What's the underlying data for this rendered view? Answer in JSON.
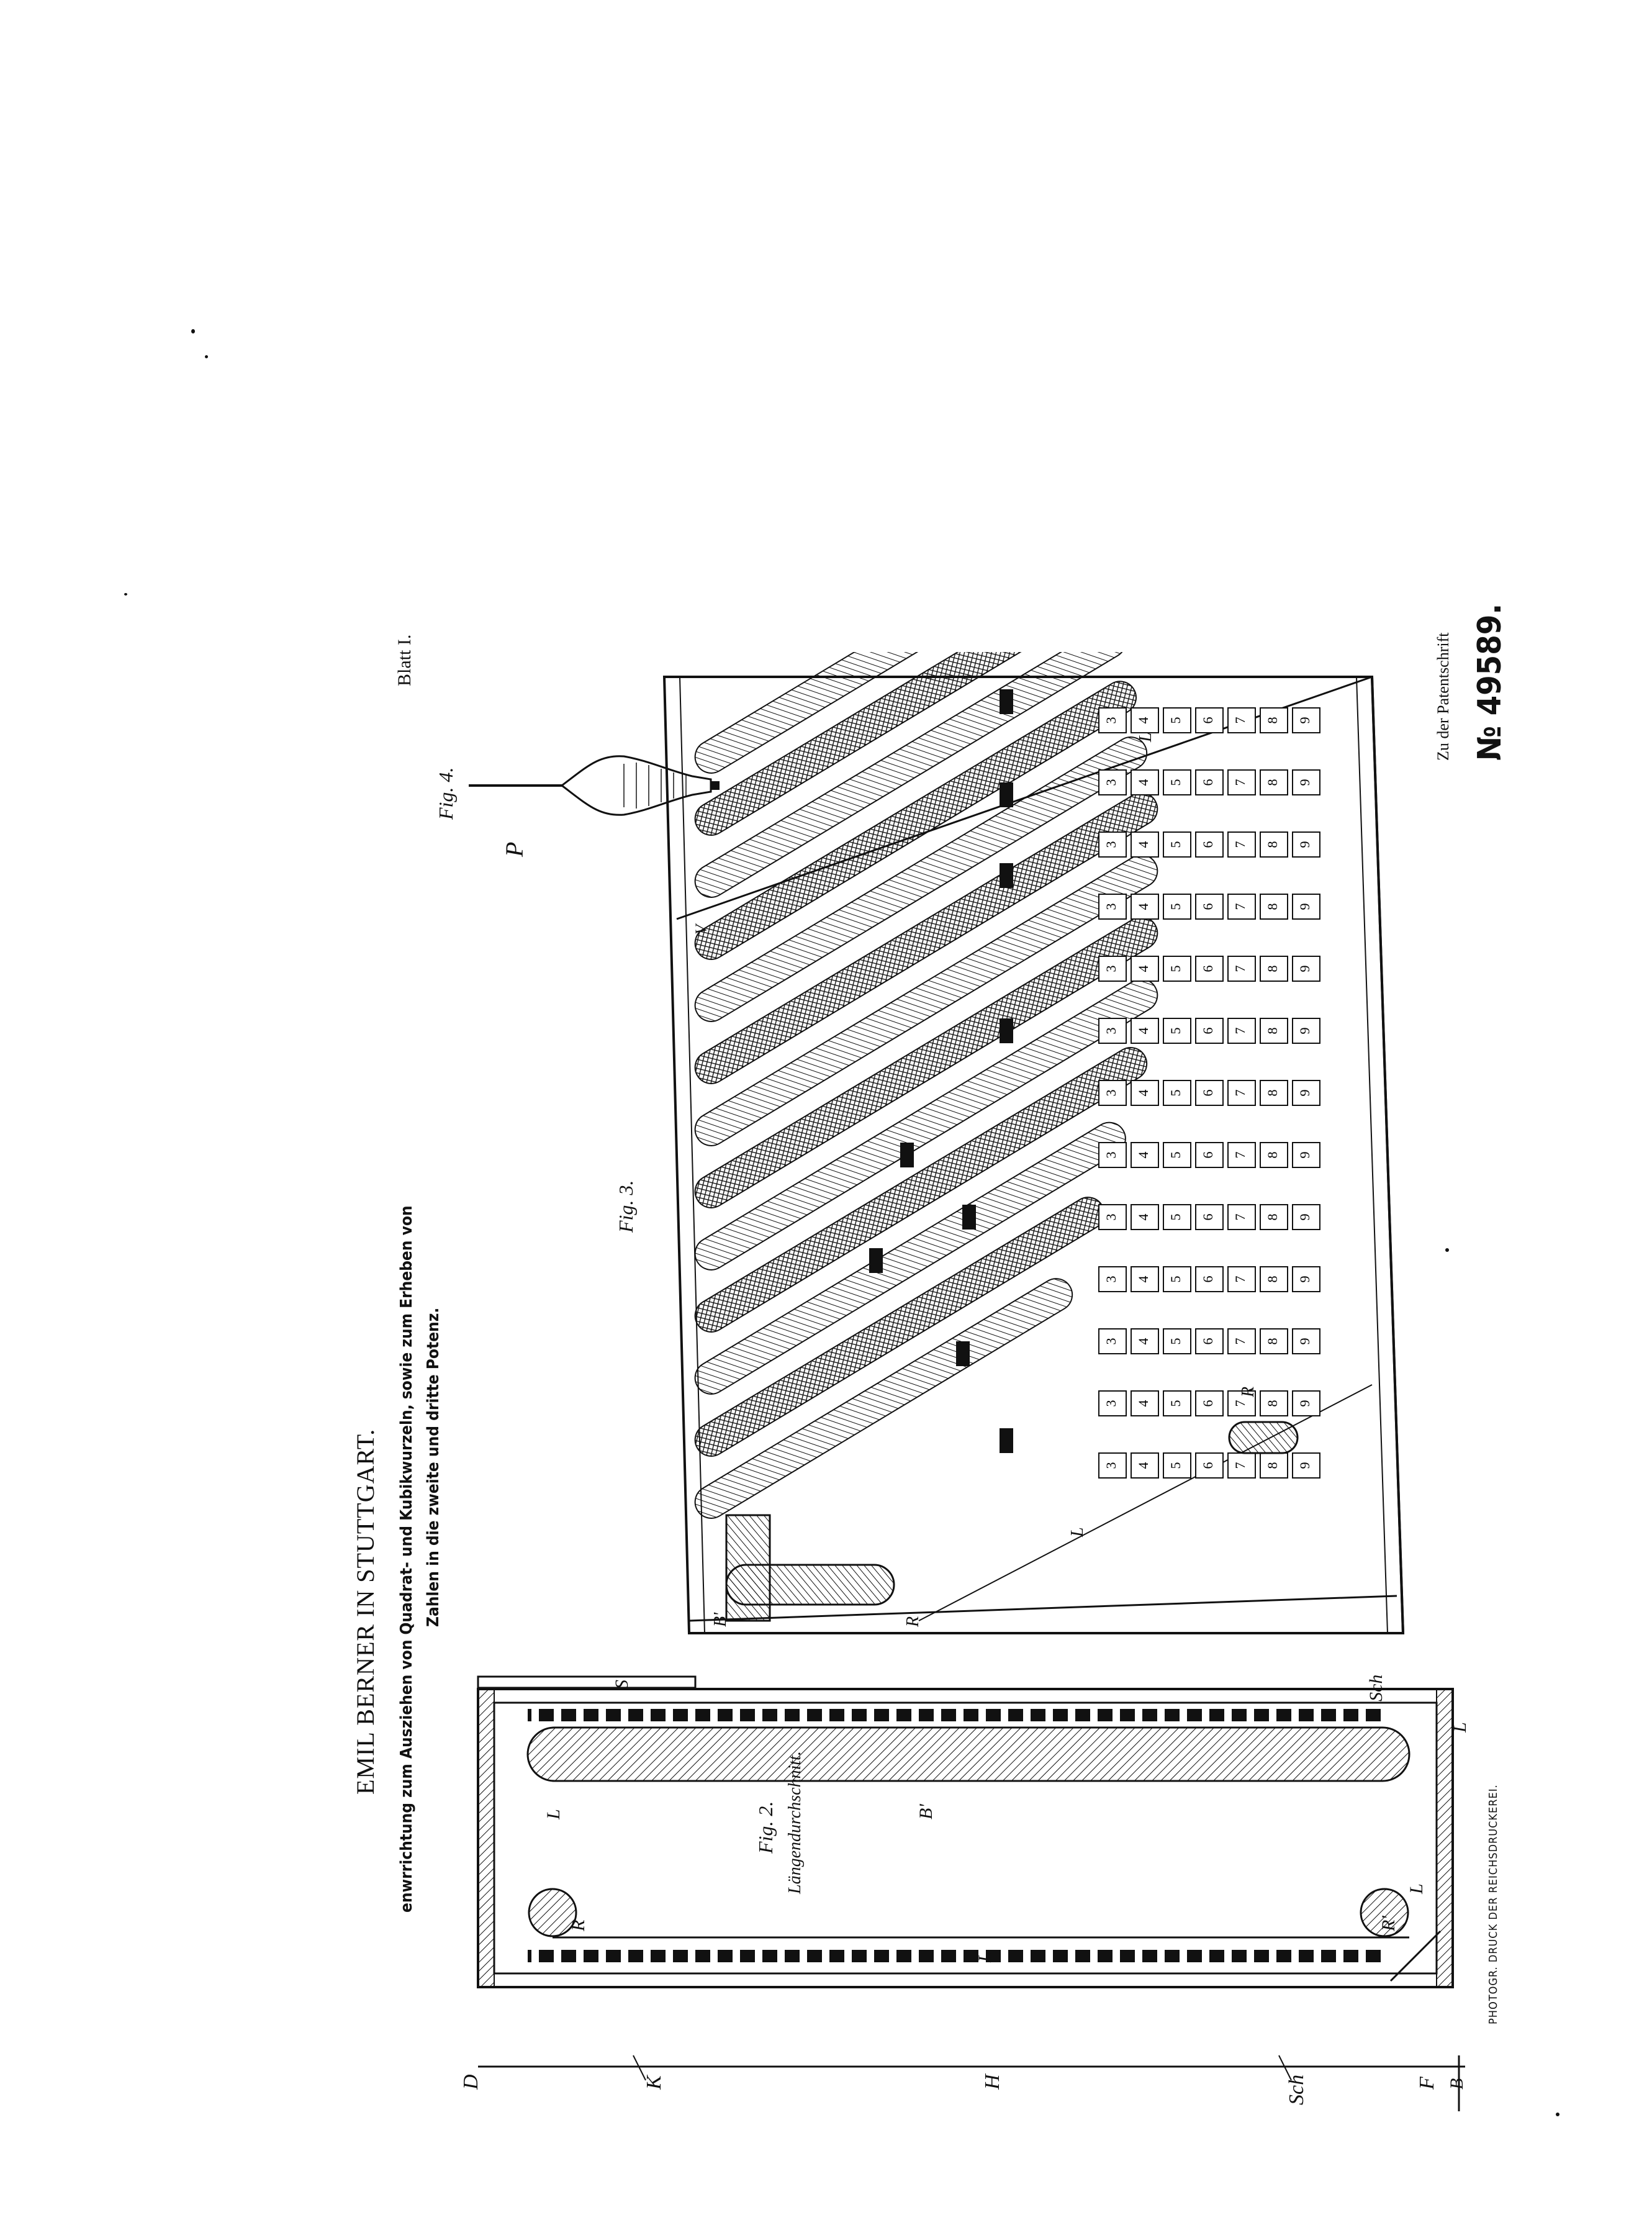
{
  "header": {
    "author": "EMIL BERNER IN STUTTGART.",
    "title_line1": "enwrrichtung zum Ausziehen von Quadrat- und Kubikwurzeln, sowie zum Erheben von",
    "title_line2": "Zahlen in die zweite und dritte Potenz.",
    "sheet": "Blatt I."
  },
  "figures": {
    "fig2": {
      "label": "Fig. 2.",
      "caption": "Längendurchschnitt."
    },
    "fig3": {
      "label": "Fig. 3."
    },
    "fig4": {
      "label": "Fig. 4.",
      "part_letter": "P"
    }
  },
  "section_letters": [
    "D",
    "K",
    "H",
    "Sch",
    "F",
    "B"
  ],
  "fig2_letters": [
    "S",
    "Sch",
    "L",
    "B'",
    "R",
    "L",
    "L",
    "R'",
    "L"
  ],
  "fig3_letters": [
    "B'",
    "R",
    "R",
    "L",
    "L",
    "V"
  ],
  "fig3_digits": [
    "3",
    "4",
    "5",
    "6",
    "7",
    "8",
    "9"
  ],
  "footer": {
    "patent_prefix": "Zu der Patentschrift",
    "patent_number": "№ 49589.",
    "printer": "PHOTOGR. DRUCK DER REICHSDRUCKEREI."
  }
}
